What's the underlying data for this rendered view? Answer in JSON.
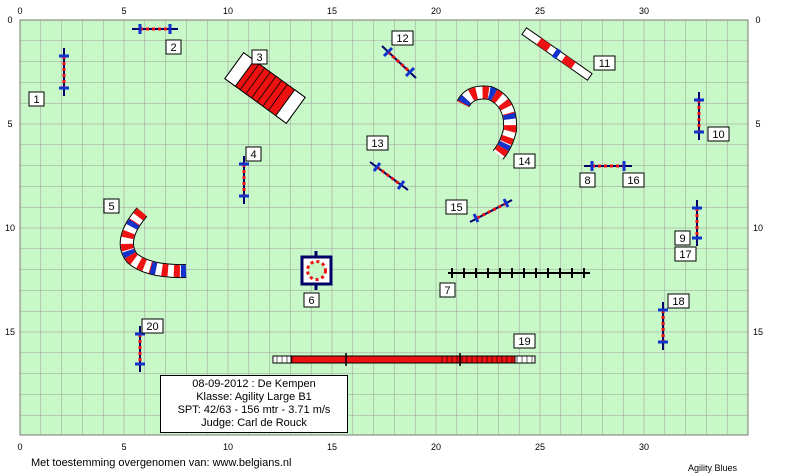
{
  "grid": {
    "x_ticks": [
      "0",
      "5",
      "10",
      "15",
      "20",
      "25",
      "30"
    ],
    "y_ticks": [
      "0",
      "5",
      "10",
      "15"
    ],
    "x_values": [
      0,
      5,
      10,
      15,
      20,
      25,
      30
    ],
    "y_values": [
      0,
      5,
      10,
      15
    ],
    "cols": 35,
    "rows": 20,
    "background": "#c8f8c8",
    "line_color": "#9a9a9a"
  },
  "obstacles": [
    {
      "num": "1"
    },
    {
      "num": "2"
    },
    {
      "num": "3"
    },
    {
      "num": "4"
    },
    {
      "num": "5"
    },
    {
      "num": "6"
    },
    {
      "num": "7"
    },
    {
      "num": "8"
    },
    {
      "num": "9"
    },
    {
      "num": "10"
    },
    {
      "num": "11"
    },
    {
      "num": "12"
    },
    {
      "num": "13"
    },
    {
      "num": "14"
    },
    {
      "num": "15"
    },
    {
      "num": "16"
    },
    {
      "num": "17"
    },
    {
      "num": "18"
    },
    {
      "num": "19"
    },
    {
      "num": "20"
    }
  ],
  "info": {
    "date_place": "08-09-2012 : De Kempen",
    "class": "Klasse: Agility Large  B1",
    "spt": "SPT: 42/63 - 156 mtr - 3.71 m/s",
    "judge": "Judge: Carl de Rouck"
  },
  "credit": "Met toestemming overgenomen van: www.belgians.nl",
  "brand": "Agility Blues",
  "colors": {
    "red": "#ee1111",
    "blue": "#1133cc",
    "navy": "#000066",
    "white": "#ffffff"
  }
}
